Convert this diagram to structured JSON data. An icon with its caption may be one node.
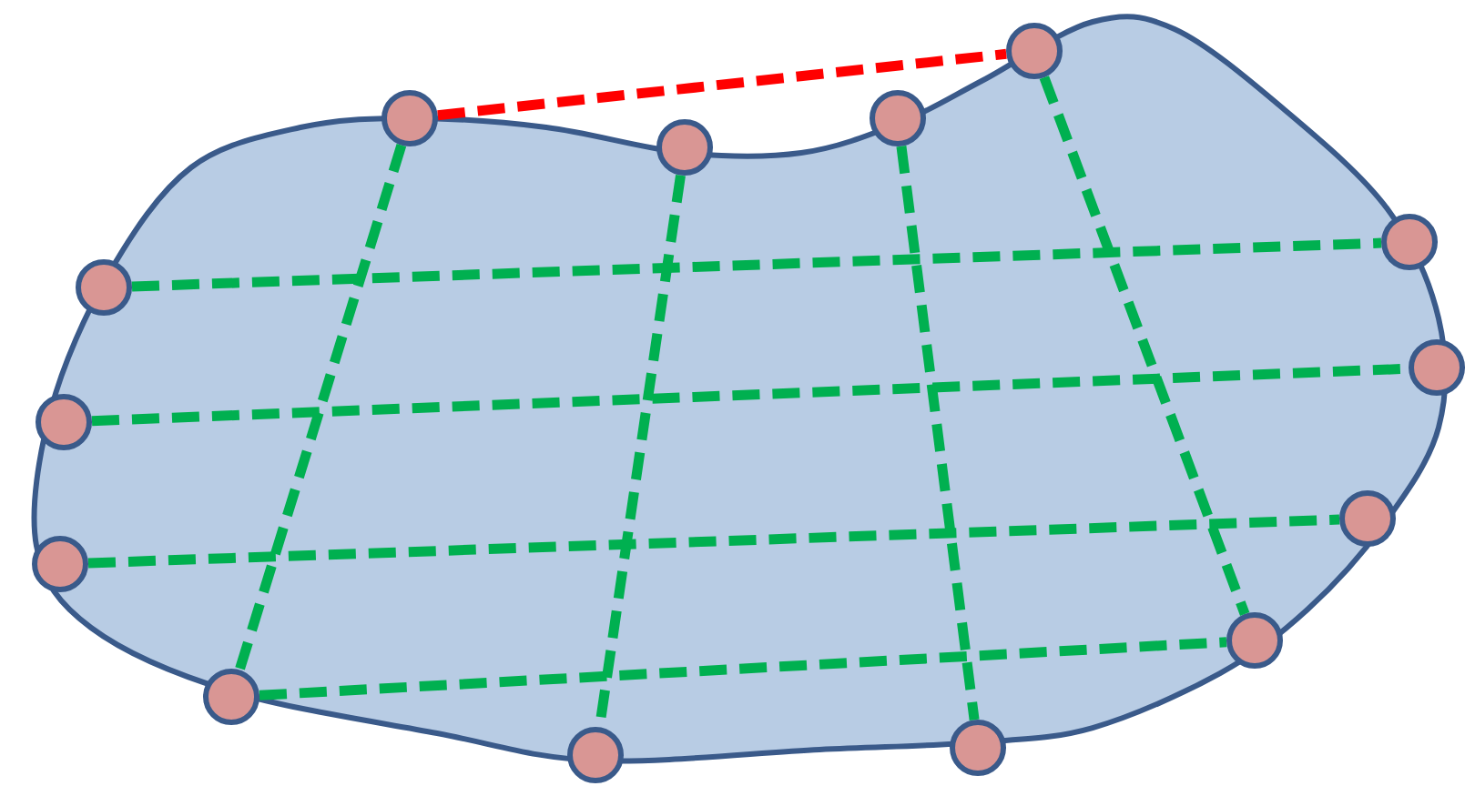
{
  "diagram": {
    "nodes": [
      {
        "text": [],
        "shape": "circle"
      },
      {
        "text": [],
        "shape": "circle"
      },
      {
        "text": [],
        "shape": "circle"
      },
      {
        "text": [],
        "shape": "circle"
      },
      {
        "text": [],
        "shape": "circle"
      },
      {
        "text": [],
        "shape": "circle"
      },
      {
        "text": [],
        "shape": "circle"
      },
      {
        "text": [],
        "shape": "circle"
      },
      {
        "text": [],
        "shape": "circle"
      },
      {
        "text": [],
        "shape": "circle"
      },
      {
        "text": [],
        "shape": "circle"
      },
      {
        "text": [],
        "shape": "circle"
      },
      {
        "text": [],
        "shape": "circle"
      },
      {
        "text": [],
        "shape": "circle"
      }
    ],
    "edges": [
      {
        "from": 1,
        "to": 0,
        "arrow": "none",
        "style": "dashed",
        "color": "#ff0000"
      },
      {
        "from": 1,
        "to": 11,
        "arrow": "none",
        "style": "dashed"
      },
      {
        "from": 3,
        "to": 13,
        "arrow": "none",
        "style": "dashed"
      },
      {
        "from": 2,
        "to": 12,
        "arrow": "none",
        "style": "dashed"
      },
      {
        "from": 0,
        "to": 10,
        "arrow": "none",
        "style": "dashed"
      },
      {
        "from": 5,
        "to": 4,
        "arrow": "none",
        "style": "dashed"
      },
      {
        "from": 7,
        "to": 6,
        "arrow": "none",
        "style": "dashed"
      },
      {
        "from": 9,
        "to": 8,
        "arrow": "none",
        "style": "dashed"
      },
      {
        "from": 11,
        "to": 10,
        "arrow": "none",
        "style": "dashed"
      }
    ]
  }
}
